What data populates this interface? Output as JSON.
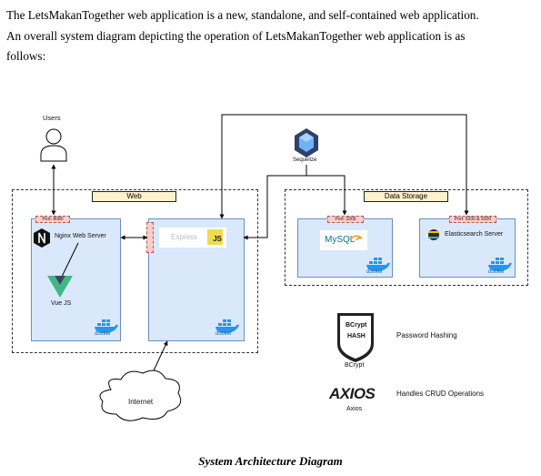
{
  "intro": {
    "line1": "The LetsMakanTogether web application is a new, standalone, and self-contained web application.",
    "line2": "An overall system diagram depicting the operation of LetsMakanTogether web application is as",
    "line3": "follows:"
  },
  "diagram": {
    "users_label": "Users",
    "sequelize_label": "Sequelize",
    "web_group": "Web",
    "data_group": "Data Storage",
    "nginx_port": "Port: 8080",
    "nginx_label": "Nginx Web Server",
    "vue_label": "Vue JS",
    "express_label": "Express",
    "js_badge": "JS",
    "mysql_port": "Port: 3306",
    "mysql_label": "MySQL",
    "es_port": "Port: 9200 & 9300",
    "es_label": "Elasticsearch Server",
    "docker_label": "docker",
    "internet_label": "Internet",
    "bcrypt_badge_line1": "BCrypt",
    "bcrypt_badge_line2": "HASH",
    "bcrypt_label": "BCrypt",
    "bcrypt_desc": "Password Hashing",
    "axios_logo": "AXIOS",
    "axios_label": "Axios",
    "axios_desc": "Handles CRUD Operations"
  },
  "caption": "System Architecture Diagram"
}
